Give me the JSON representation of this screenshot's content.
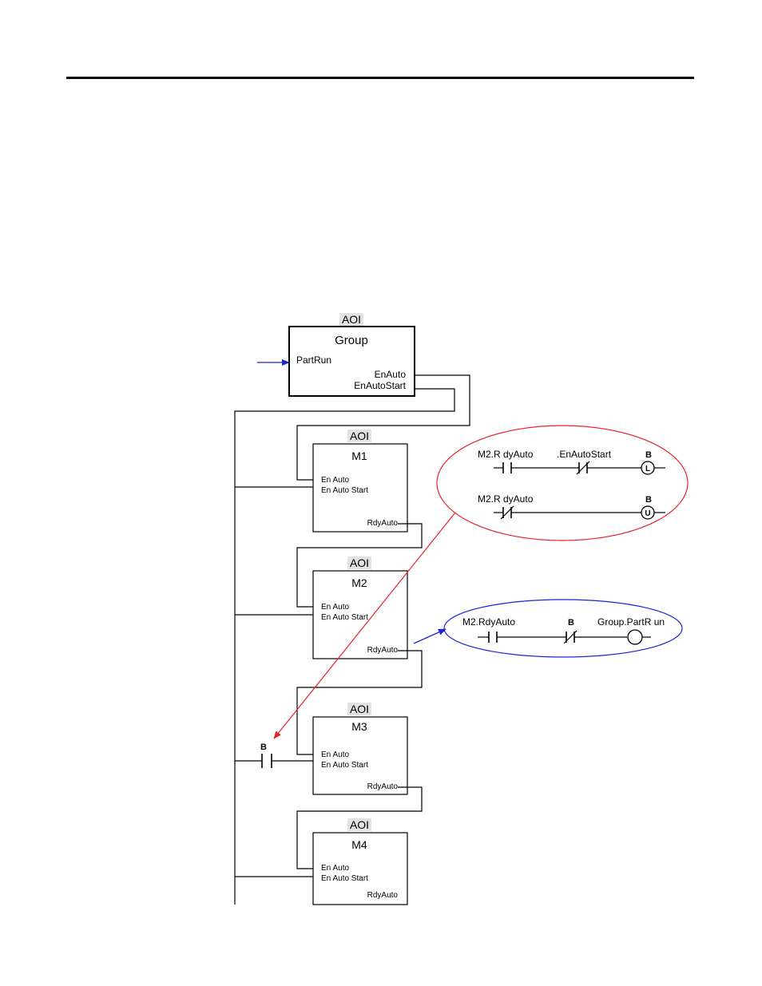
{
  "blocks": {
    "group": {
      "tag": "AOI",
      "name": "Group",
      "in_partrun": "PartRun",
      "out_enauto": "EnAuto",
      "out_enautostart": "EnAutoStart"
    },
    "m1": {
      "tag": "AOI",
      "name": "M1",
      "in_enauto": "En Auto",
      "in_enautostart": "En Auto Start",
      "out_rdyauto": "RdyAuto"
    },
    "m2": {
      "tag": "AOI",
      "name": "M2",
      "in_enauto": "En Auto",
      "in_enautostart": "En Auto Start",
      "out_rdyauto": "RdyAuto"
    },
    "m3": {
      "tag": "AOI",
      "name": "M3",
      "in_enauto": "En Auto",
      "in_enautostart": "En Auto Start",
      "out_rdyauto": "RdyAuto"
    },
    "m4": {
      "tag": "AOI",
      "name": "M4",
      "in_enauto": "En Auto",
      "in_enautostart": "En Auto Start",
      "out_rdyauto": "RdyAuto"
    }
  },
  "contact_b": {
    "label": "B"
  },
  "red_callout": {
    "rung1": {
      "contact1": "M2.R dyAuto",
      "contact2": ".EnAutoStart",
      "coil_tag": "B",
      "coil_letter": "L"
    },
    "rung2": {
      "contact1": "M2.R dyAuto",
      "coil_tag": "B",
      "coil_letter": "U"
    }
  },
  "blue_callout": {
    "contact1": "M2.RdyAuto",
    "contact2": "B",
    "coil": "Group.PartR un"
  },
  "colors": {
    "red": "#e8222a",
    "blue": "#1a23d6",
    "tag_bg": "#e2e2e2"
  }
}
